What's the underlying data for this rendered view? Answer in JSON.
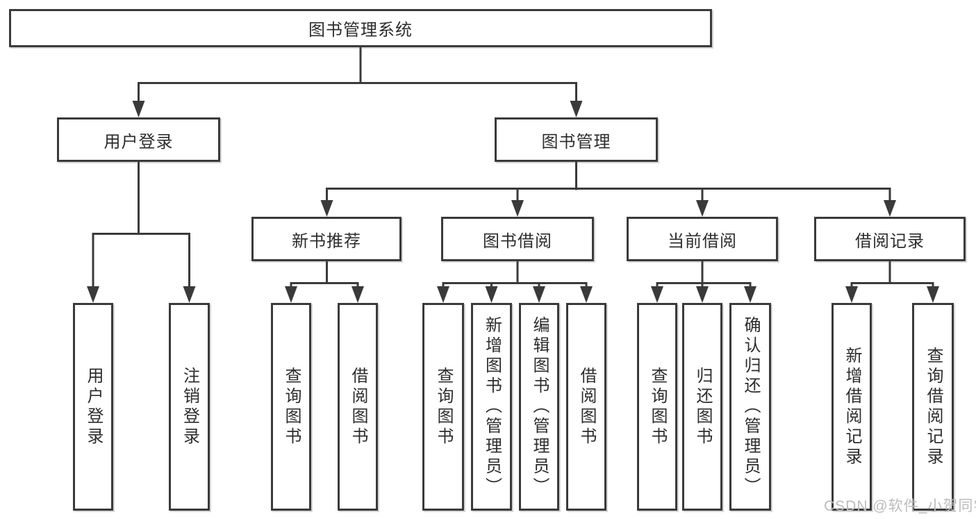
{
  "colors": {
    "line": "#3a3a3a",
    "box_border": "#3a3a3a",
    "text": "#2d2d2d",
    "watermark": "#bcbcbc",
    "background": "#ffffff"
  },
  "watermark": {
    "text": "CSDN @软件_小贺同学"
  },
  "tree": {
    "root": {
      "label": "图书管理系统",
      "children": [
        {
          "label": "用户登录",
          "children": [
            {
              "label": "用户登录"
            },
            {
              "label": "注销登录"
            }
          ]
        },
        {
          "label": "图书管理",
          "children": [
            {
              "label": "新书推荐",
              "children": [
                {
                  "label": "查询图书"
                },
                {
                  "label": "借阅图书"
                }
              ]
            },
            {
              "label": "图书借阅",
              "children": [
                {
                  "label": "查询图书"
                },
                {
                  "label": "新增图书（管理员）"
                },
                {
                  "label": "编辑图书（管理员）"
                },
                {
                  "label": "借阅图书"
                }
              ]
            },
            {
              "label": "当前借阅",
              "children": [
                {
                  "label": "查询图书"
                },
                {
                  "label": "归还图书"
                },
                {
                  "label": "确认归还（管理员）"
                }
              ]
            },
            {
              "label": "借阅记录",
              "children": [
                {
                  "label": "新增借阅记录"
                },
                {
                  "label": "查询借阅记录"
                }
              ]
            }
          ]
        }
      ]
    }
  }
}
